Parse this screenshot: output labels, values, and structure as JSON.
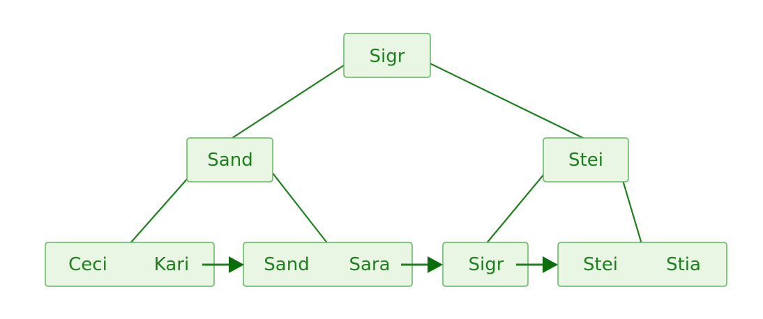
{
  "tree": {
    "root": {
      "keys": [
        "Sigr"
      ]
    },
    "internal": [
      {
        "keys": [
          "Sand"
        ]
      },
      {
        "keys": [
          "Stei"
        ]
      }
    ],
    "leaves": [
      {
        "keys": [
          "Ceci",
          "Kari"
        ]
      },
      {
        "keys": [
          "Sand",
          "Sara"
        ]
      },
      {
        "keys": [
          "Sigr"
        ]
      },
      {
        "keys": [
          "Stei",
          "Stia"
        ]
      }
    ]
  },
  "colors": {
    "box_fill": "#e9f6e4",
    "box_stroke": "#5fb55f",
    "line": "#1f7f1f",
    "arrow": "#0b6d0b",
    "text": "#1f7f1f"
  }
}
